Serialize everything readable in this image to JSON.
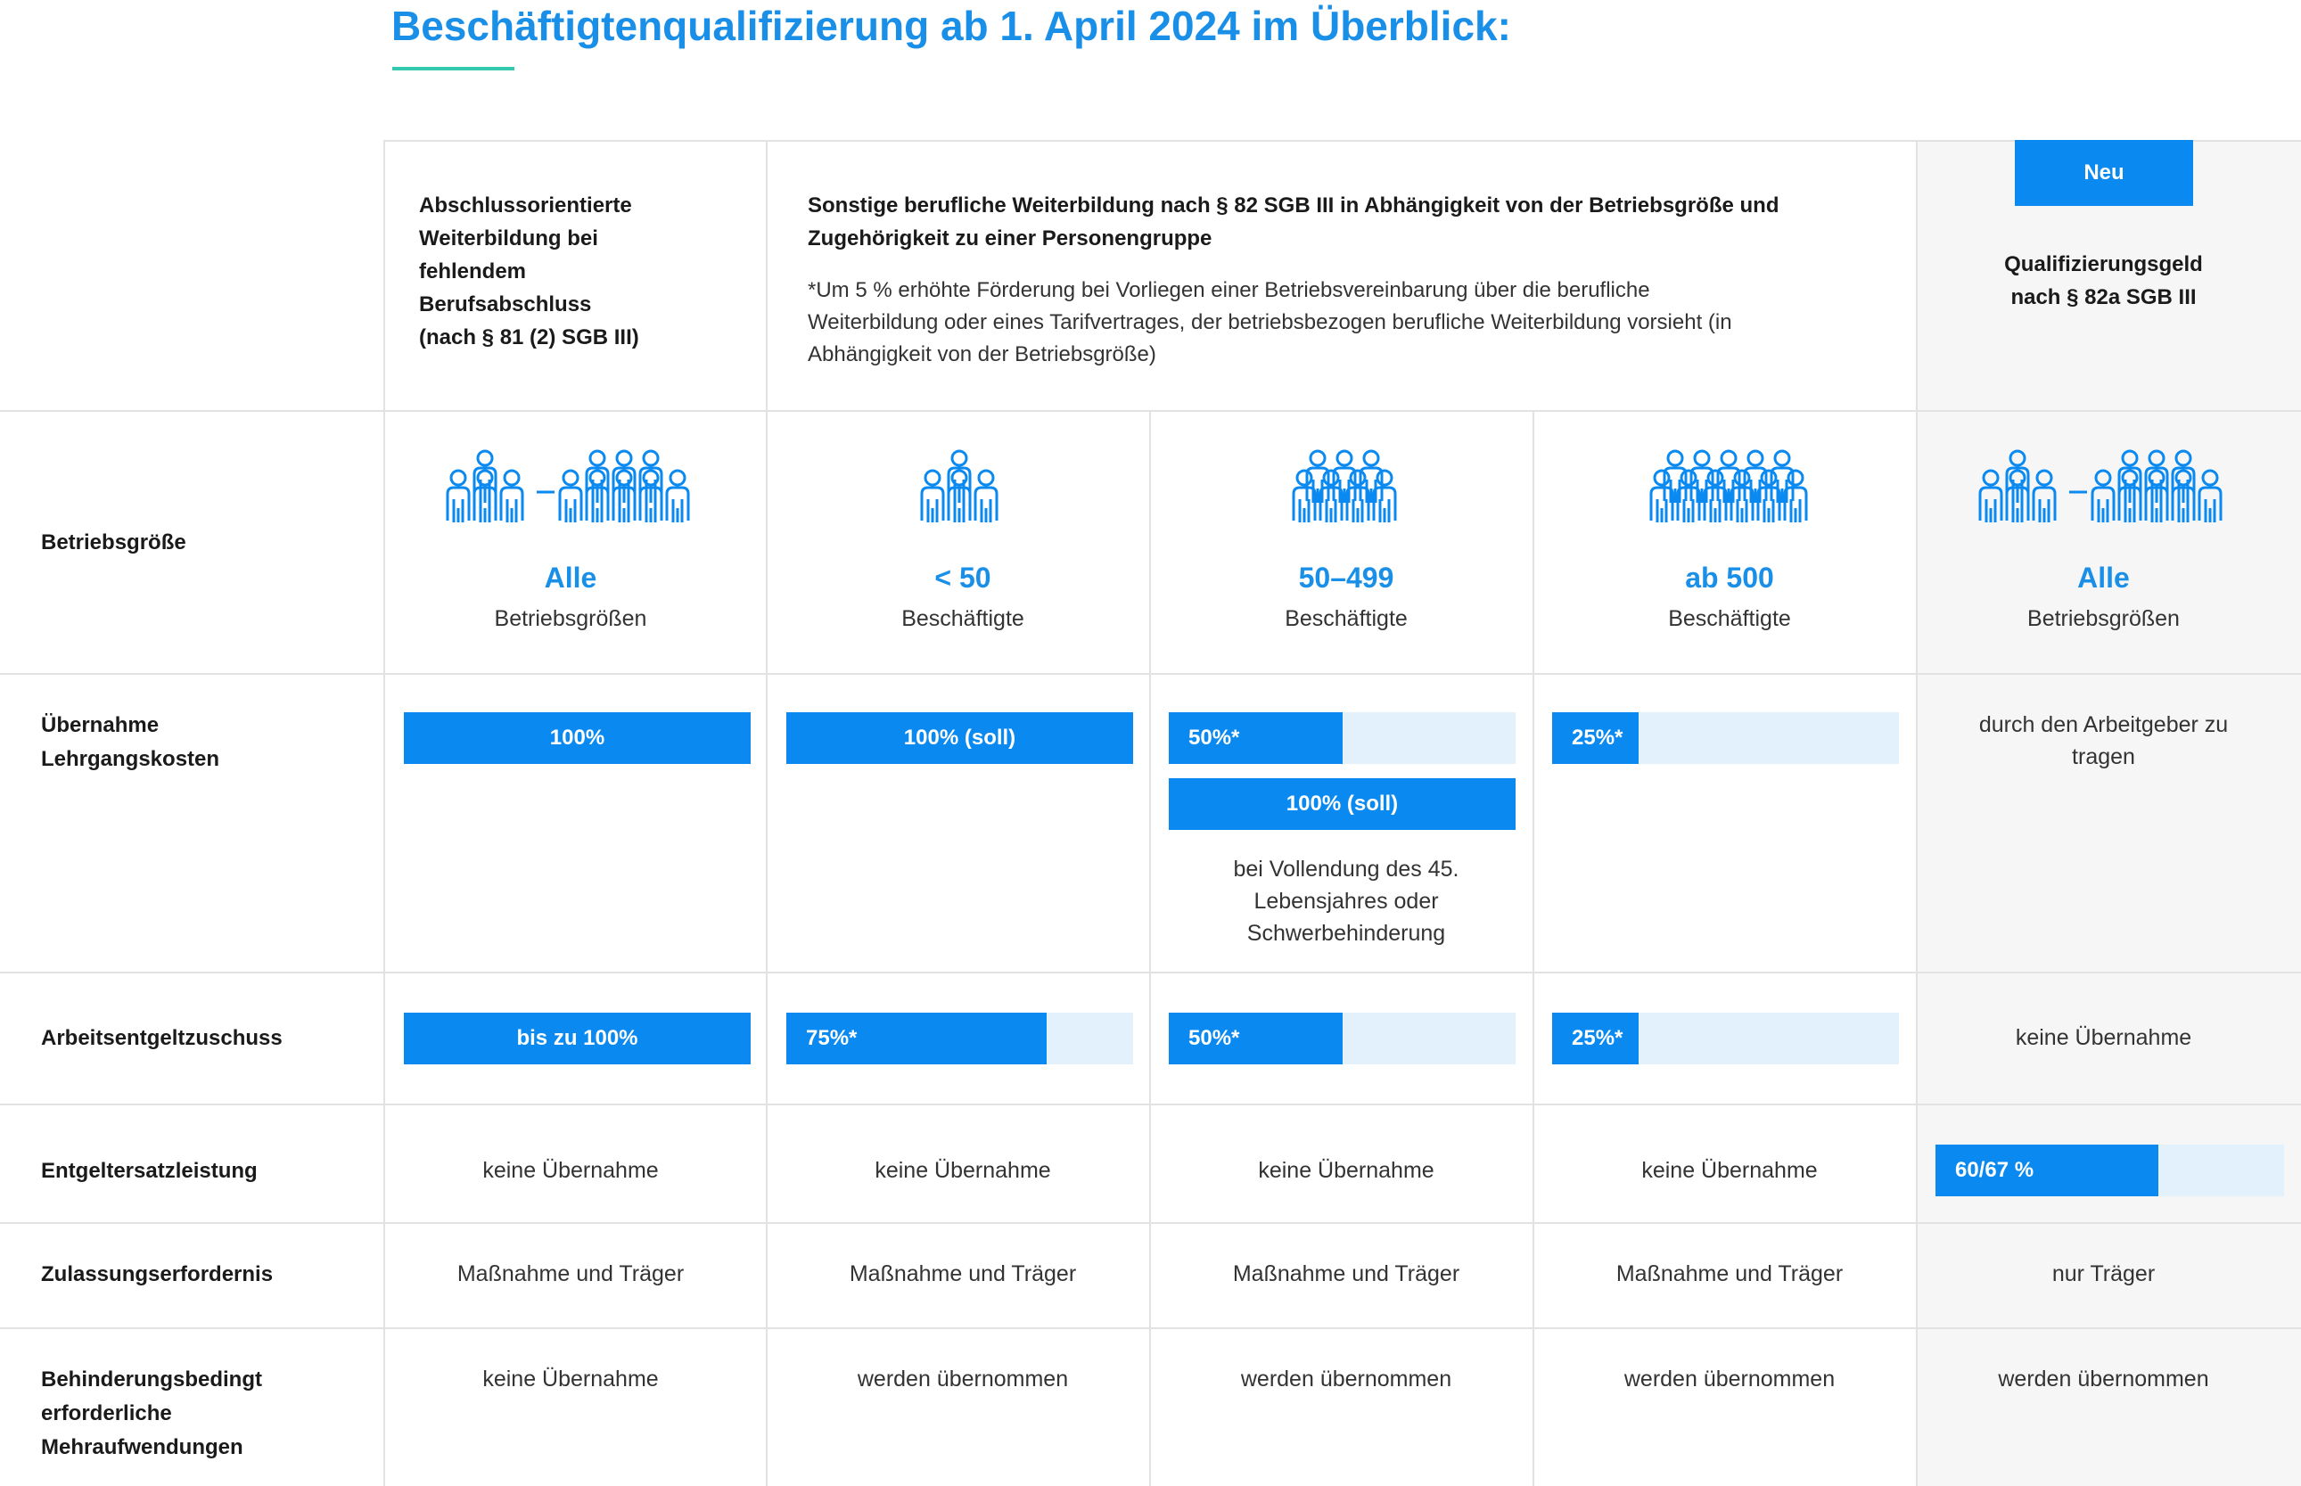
{
  "title": "Beschäftigtenqualifizierung ab 1. April 2024 im Überblick:",
  "header": {
    "col1": [
      "Abschlussorientierte",
      "Weiterbildung bei",
      "fehlendem",
      "Berufsabschluss",
      "(nach § 81 (2) SGB III)"
    ],
    "col2_title": [
      "Sonstige berufliche Weiterbildung nach § 82 SGB III in Abhängigkeit von der Betriebsgröße und",
      "Zugehörigkeit zu einer Personengruppe"
    ],
    "col2_note": [
      "*Um 5 % erhöhte Förderung bei Vorliegen einer Betriebsvereinbarung über die berufliche",
      "Weiterbildung oder eines Tarifvertrages, der betriebsbezogen berufliche Weiterbildung vorsieht (in",
      "Abhängigkeit von der Betriebsgröße)"
    ],
    "col3_badge": "Neu",
    "col3": [
      "Qualifizierungsgeld",
      "nach § 82a SGB III"
    ]
  },
  "rows": {
    "betriebsgroesse": {
      "label": "Betriebsgröße",
      "cells": [
        {
          "value": "Alle",
          "unit": "Betriebsgrößen",
          "icon": "people-range-icon"
        },
        {
          "value": "< 50",
          "unit": "Beschäftigte",
          "icon": "people-small-group-icon"
        },
        {
          "value": "50–499",
          "unit": "Beschäftigte",
          "icon": "people-medium-group-icon"
        },
        {
          "value": "ab 500",
          "unit": "Beschäftigte",
          "icon": "people-large-group-icon"
        },
        {
          "value": "Alle",
          "unit": "Betriebsgrößen",
          "icon": "people-range-icon"
        }
      ]
    },
    "lehrgangskosten": {
      "label": [
        "Übernahme",
        "Lehrgangskosten"
      ],
      "bars": [
        {
          "text": "100%",
          "fill": 1.0
        },
        {
          "text": "100% (soll)",
          "fill": 1.0
        },
        {
          "text": "50%*",
          "fill": 0.5
        },
        {
          "text": "25%*",
          "fill": 0.25
        }
      ],
      "extra_bar": {
        "text": "100% (soll)",
        "fill": 1.0
      },
      "extra_note": [
        "bei Vollendung des 45.",
        "Lebensjahres oder",
        "Schwerbehinderung"
      ],
      "col5_text": [
        "durch den Arbeitgeber zu",
        "tragen"
      ]
    },
    "arbeitsentgelt": {
      "label": "Arbeitsentgeltzuschuss",
      "bars": [
        {
          "text": "bis zu 100%",
          "fill": 1.0
        },
        {
          "text": "75%*",
          "fill": 0.75
        },
        {
          "text": "50%*",
          "fill": 0.5
        },
        {
          "text": "25%*",
          "fill": 0.25
        }
      ],
      "col5_text": "keine Übernahme"
    },
    "entgeltersatz": {
      "label": "Entgeltersatzleistung",
      "cells": [
        "keine Übernahme",
        "keine Übernahme",
        "keine Übernahme",
        "keine Übernahme"
      ],
      "col5_bar": {
        "text": "60/67 %",
        "fill": 0.64
      }
    },
    "zulassung": {
      "label": "Zulassungserfordernis",
      "cells": [
        "Maßnahme und Träger",
        "Maßnahme und Träger",
        "Maßnahme und Träger",
        "Maßnahme und Träger",
        "nur Träger"
      ]
    },
    "behinderung": {
      "label": [
        "Behinderungsbedingt",
        "erforderliche",
        "Mehraufwendungen"
      ],
      "cells": [
        "keine Übernahme",
        "werden übernommen",
        "werden übernommen",
        "werden übernommen",
        "werden übernommen"
      ]
    }
  },
  "colors": {
    "accent": "#0a8af0",
    "track": "#e3f1fd",
    "title": "#1a8fe8",
    "underline": "#33c9b1"
  }
}
